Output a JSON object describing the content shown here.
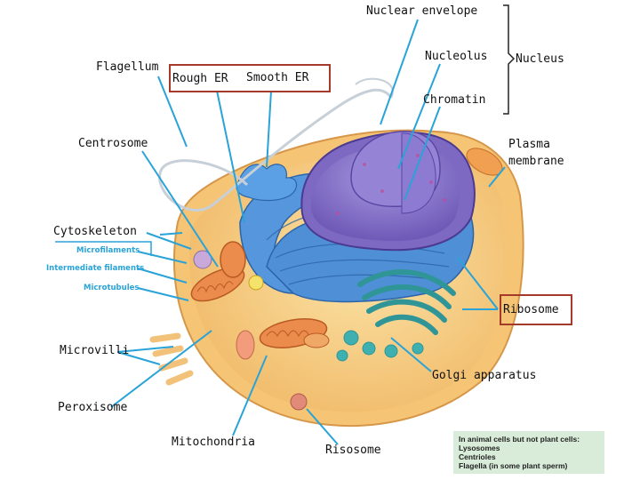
{
  "labels": {
    "nuclear_envelope": "Nuclear envelope",
    "nucleolus": "Nucleolus",
    "nucleus": "Nucleus",
    "chromatin": "Chromatin",
    "flagellum": "Flagellum",
    "rough_er": "Rough ER",
    "smooth_er": "Smooth ER",
    "centrosome": "Centrosome",
    "plasma_membrane_1": "Plasma",
    "plasma_membrane_2": "membrane",
    "cytoskeleton": "Cytoskeleton",
    "microfilaments": "Microfilaments",
    "intermediate_filaments": "Intermediate filaments",
    "microtubules": "Microtubules",
    "ribosome": "Ribosome",
    "microvilli": "Microvilli",
    "golgi": "Golgi apparatus",
    "peroxisome": "Peroxisome",
    "mitochondria": "Mitochondria",
    "lysosome": "Risosome"
  },
  "note": {
    "title": "In animal cells but not plant cells:",
    "line1": "Lysosomes",
    "line2": "Centrioles",
    "line3": "Flagella (in some plant sperm)"
  },
  "colors": {
    "highlight_box": "#a63a2a",
    "callout_line": "#29a3d8",
    "cytoplasm": "#f3c77a",
    "er": "#4d8fd6",
    "nucleus": "#8a73c9",
    "golgi": "#3fa7a8",
    "mitochondria": "#e9894a",
    "note_bg": "#d9ecd9"
  }
}
